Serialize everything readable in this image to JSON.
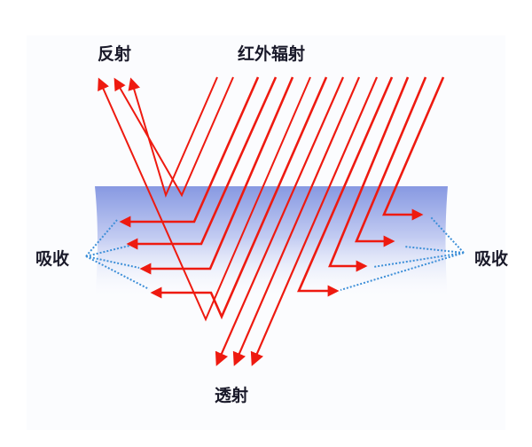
{
  "labels": {
    "reflection": "反射",
    "infrared_radiation": "红外辐射",
    "absorption_left": "吸收",
    "absorption_right": "吸收",
    "transmission": "透射"
  },
  "colors": {
    "ray": "#ee1a10",
    "medium_top": "#8799e2",
    "medium_bottom": "#ffffff",
    "dotted": "#3d8fd8",
    "text": "#1a1a2a"
  }
}
